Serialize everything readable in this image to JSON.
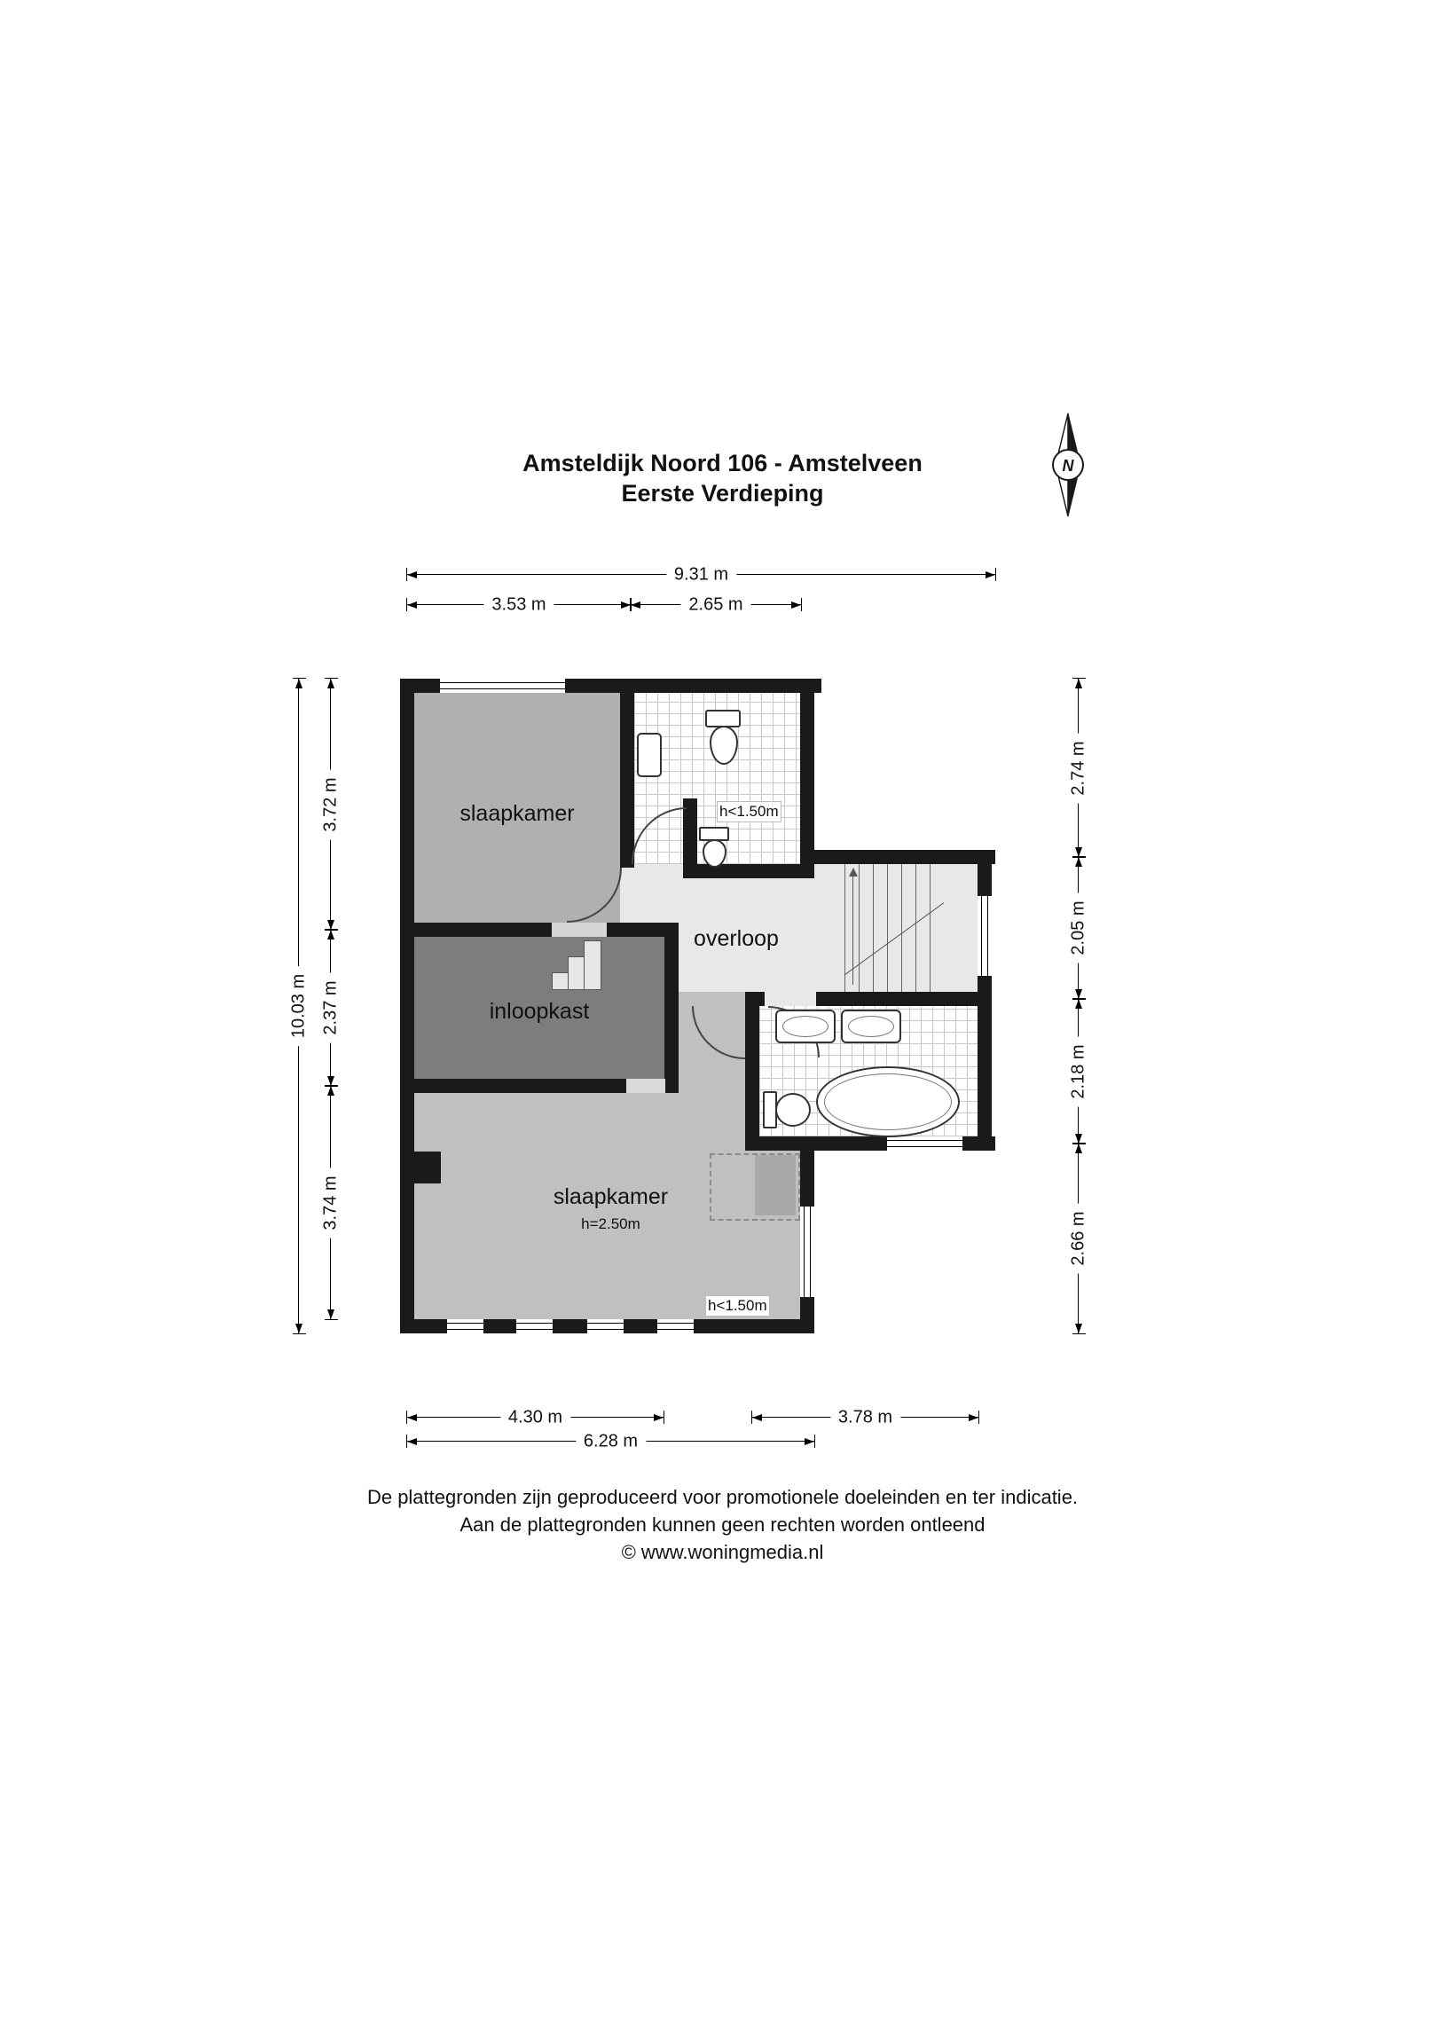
{
  "title": {
    "line1": "Amsteldijk Noord 106 - Amstelveen",
    "line2": "Eerste Verdieping"
  },
  "compass": {
    "north_label": "N"
  },
  "rooms": {
    "bedroom_top": {
      "label": "slaapkamer"
    },
    "bathroom_top": {
      "height_note": "h<1.50m"
    },
    "overloop": {
      "label": "overloop"
    },
    "inloopkast": {
      "label": "inloopkast"
    },
    "bedroom_bottom": {
      "label": "slaapkamer",
      "height_note": "h=2.50m",
      "low_height_note": "h<1.50m"
    }
  },
  "dimensions": {
    "top_total": "9.31 m",
    "top_left": "3.53 m",
    "top_right": "2.65 m",
    "left_total": "10.03 m",
    "left_segments": [
      "3.72 m",
      "2.37 m",
      "3.74 m"
    ],
    "right_segments": [
      "2.74 m",
      "2.05 m",
      "2.18 m",
      "2.66 m"
    ],
    "bottom_left": "4.30 m",
    "bottom_right": "3.78 m",
    "bottom_total": "6.28 m"
  },
  "footer": {
    "line1": "De plattegronden zijn geproduceerd voor promotionele doeleinden en ter indicatie.",
    "line2": "Aan de plattegronden kunnen geen rechten worden ontleend",
    "line3": "© www.woningmedia.nl"
  },
  "colors": {
    "wall": "#1a1a1a",
    "bedroom_top": "#b0b0b0",
    "bedroom_bottom": "#c0c0c0",
    "inloopkast": "#7d7d7d",
    "overloop": "#e8e8e8",
    "tile_line": "#c9c9c9"
  }
}
